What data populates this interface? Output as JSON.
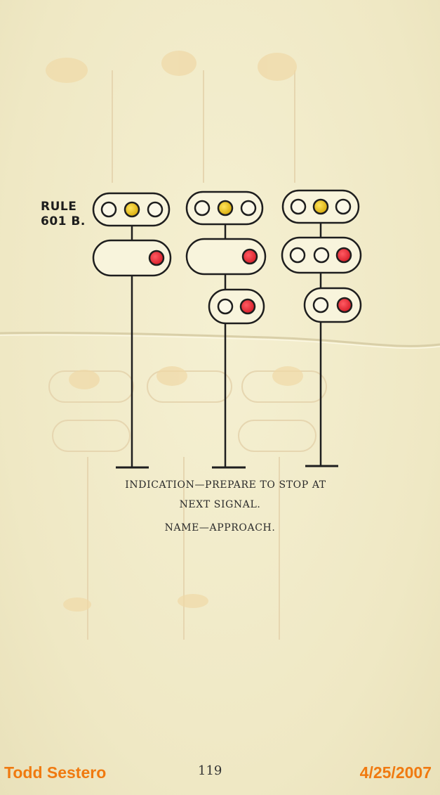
{
  "rule": {
    "line1": "RULE",
    "line2": "601 B."
  },
  "caption": {
    "indication_line1": "INDICATION—PREPARE TO STOP AT",
    "indication_line2": "NEXT SIGNAL.",
    "name": "NAME—APPROACH."
  },
  "page_number": "119",
  "credit": {
    "author": "Todd Sestero",
    "date": "4/25/2007"
  },
  "colors": {
    "paper": "#f1ebc9",
    "yellow_lamp": "#e8c21a",
    "red_lamp": "#e8303a",
    "ink": "#1e1e1e",
    "credit_orange": "#f07a10"
  },
  "signals": [
    {
      "name": "signal-1",
      "heads": [
        [
          "off",
          "yellow",
          "off"
        ],
        [
          "red"
        ]
      ]
    },
    {
      "name": "signal-2",
      "heads": [
        [
          "off",
          "yellow",
          "off"
        ],
        [
          "red"
        ],
        [
          "off",
          "red"
        ]
      ]
    },
    {
      "name": "signal-3",
      "heads": [
        [
          "off",
          "yellow",
          "off"
        ],
        [
          "off",
          "off",
          "red"
        ],
        [
          "off",
          "red"
        ]
      ]
    }
  ]
}
